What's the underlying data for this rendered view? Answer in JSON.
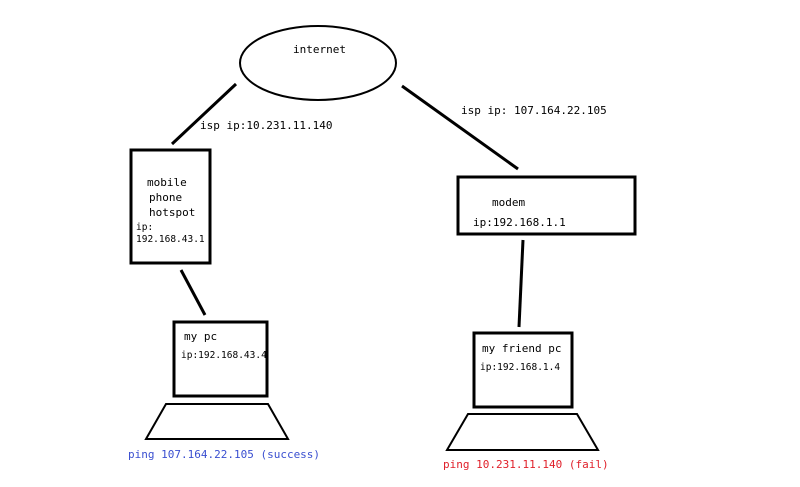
{
  "internet": {
    "label": "internet"
  },
  "links": {
    "isp_left": "isp ip:10.231.11.140",
    "isp_right": "isp ip: 107.164.22.105"
  },
  "hotspot": {
    "name_line1": "mobile",
    "name_line2": "phone",
    "name_line3": "hotspot",
    "ip_label": "ip:",
    "ip_value": "192.168.43.1"
  },
  "modem": {
    "name": "modem",
    "ip": "ip:192.168.1.1"
  },
  "my_pc": {
    "name": "my pc",
    "ip": "ip:192.168.43.4"
  },
  "friend_pc": {
    "name": "my friend pc",
    "ip": "ip:192.168.1.4"
  },
  "results": {
    "success": "ping 107.164.22.105 (success)",
    "fail": "ping 10.231.11.140 (fail)",
    "success_color": "#3a4fd0",
    "fail_color": "#e0202a"
  }
}
